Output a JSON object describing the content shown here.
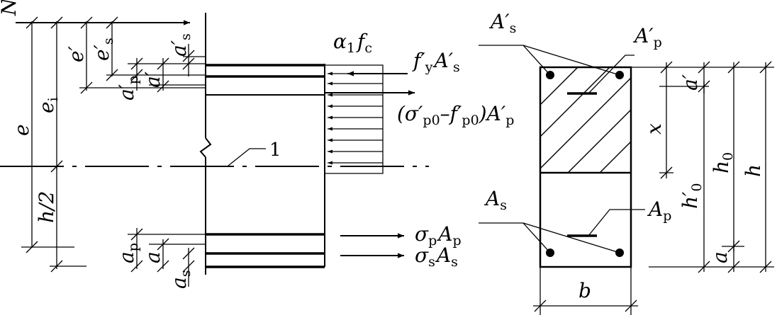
{
  "labels": {
    "N": "N",
    "e": "e",
    "e_i": "e",
    "e_i_sub": "i",
    "e_prime": "e′",
    "e_s_prime": "e′",
    "e_s_prime_sub": "s",
    "a_s_prime_top": "a′",
    "a_s_prime_top_sub": "s",
    "a_prime_left": "a′",
    "a_p_prime": "a′",
    "a_p_prime_sub": "p",
    "h_half": "h/2",
    "a_p_left": "a",
    "a_p_left_sub": "p",
    "a_left": "a",
    "a_s_left": "a",
    "a_s_left_sub": "s",
    "alpha1": "α",
    "alpha1_sub": "1",
    "fc": "f",
    "fc_sub": "c",
    "fy_As": "f′",
    "fy_As_sub": "y",
    "fy_As_A": "A′",
    "fy_As_A_sub": "s",
    "sigma_p0_expr_open": "(σ′",
    "sigma_p0_expr_sub1": "p0",
    "sigma_p0_expr_mid": "–f′",
    "sigma_p0_expr_sub2": "p0",
    "sigma_p0_expr_close": ")A′",
    "sigma_p0_expr_sub3": "p",
    "sigma_p": "σ",
    "sigma_p_sub": "p",
    "sigma_p_A": "A",
    "sigma_p_A_sub": "p",
    "sigma_s": "σ",
    "sigma_s_sub": "s",
    "sigma_s_A": "A",
    "sigma_s_A_sub": "s",
    "centroid_marker": "1",
    "As_prime": "A′",
    "As_prime_sub": "s",
    "Ap_prime": "A′",
    "Ap_prime_sub": "p",
    "As": "A",
    "As_sub": "s",
    "Ap": "A",
    "Ap_sub": "p",
    "x": "x",
    "a_prime_right": "a′",
    "h0_prime": "h′",
    "h0_prime_sub": "0",
    "h0": "h",
    "h0_sub": "0",
    "h": "h",
    "a_right": "a",
    "b": "b"
  }
}
